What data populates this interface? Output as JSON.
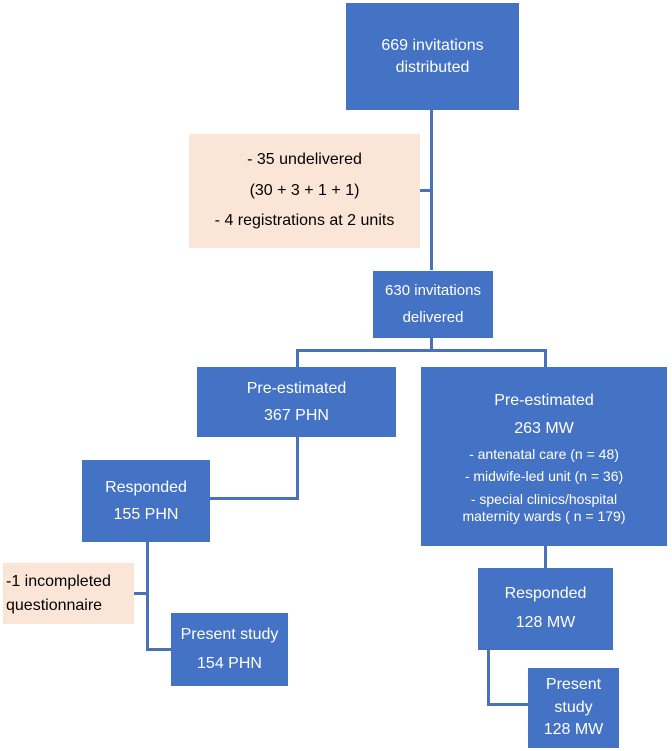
{
  "boxes": {
    "invitations_distributed": [
      "669 invitations",
      "distributed"
    ],
    "exclusions": [
      "- 35 undelivered",
      "(30 + 3 + 1 + 1)",
      "- 4 registrations at 2 units"
    ],
    "invitations_delivered": [
      "630 invitations",
      "delivered"
    ],
    "pre_estimated_phn": [
      "Pre-estimated",
      "367 PHN"
    ],
    "pre_estimated_mw": {
      "title": "Pre-estimated",
      "count": "263 MW",
      "items": [
        "- antenatal care (n =  48)",
        "- midwife-led unit (n = 36)",
        "- special clinics/hospital",
        "maternity  wards ( n = 179)"
      ]
    },
    "responded_phn": [
      "Responded",
      "155 PHN"
    ],
    "incomplete": [
      "-1  incompleted",
      "questionnaire"
    ],
    "present_study_phn": [
      "Present study",
      "154 PHN"
    ],
    "responded_mw": [
      "Responded",
      "128 MW"
    ],
    "present_study_mw": [
      "Present",
      "study",
      "128 MW"
    ]
  },
  "colors": {
    "box_blue": "#4472C4",
    "box_peach": "#FBE5D6",
    "connector": "#4A72B8"
  }
}
